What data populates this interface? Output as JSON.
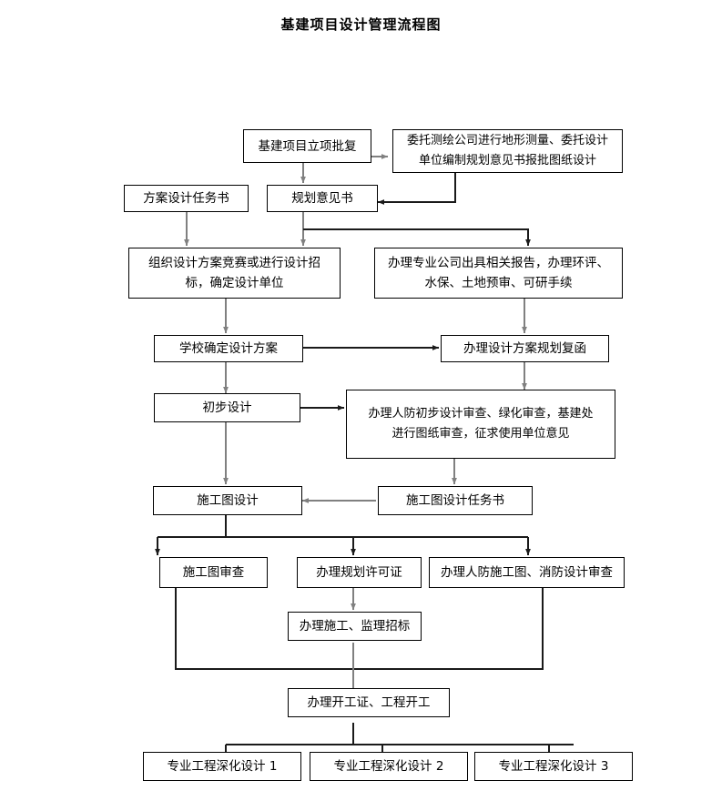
{
  "title": "基建项目设计管理流程图",
  "colors": {
    "background": "#ffffff",
    "box_border": "#000000",
    "text": "#000000",
    "connector_gray": "#808080",
    "connector_black": "#000000"
  },
  "nodes": {
    "approval": "基建项目立项批复",
    "survey": "委托测绘公司进行地形测量、委托设计\n单位编制规划意见书报批图纸设计",
    "scheme_task": "方案设计任务书",
    "planning_opinion": "规划意见书",
    "design_competition": "组织设计方案竞赛或进行设计招\n标，确定设计单位",
    "professional_reports": "办理专业公司出具相关报告，办理环评、\n水保、土地预审、可研手续",
    "school_confirm": "学校确定设计方案",
    "planning_reply": "办理设计方案规划复函",
    "preliminary_design": "初步设计",
    "civil_defense_review": "办理人防初步设计审查、绿化审查，基建处\n进行图纸审查，征求使用单位意见",
    "construction_drawing_design": "施工图设计",
    "construction_drawing_task": "施工图设计任务书",
    "drawing_review": "施工图审查",
    "planning_permit": "办理规划许可证",
    "civil_defense_fire_review": "办理人防施工图、消防设计审查",
    "construction_bidding": "办理施工、监理招标",
    "start_permit": "办理开工证、工程开工",
    "deepening_1": "专业工程深化设计 1",
    "deepening_2": "专业工程深化设计 2",
    "deepening_3": "专业工程深化设计 3"
  }
}
